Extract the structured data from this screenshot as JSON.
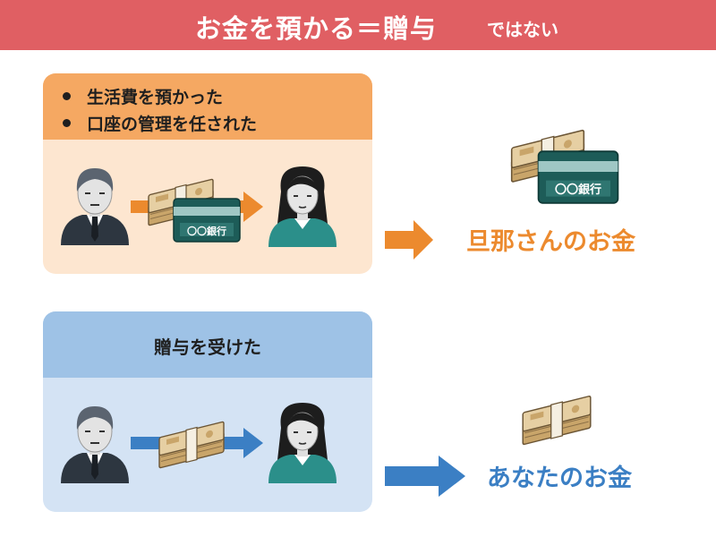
{
  "header": {
    "title": "お金を預かる＝贈与",
    "subtitle": "ではない"
  },
  "top_panel": {
    "bullets": [
      "生活費を預かった",
      "口座の管理を任された"
    ],
    "card_text": "〇〇銀行",
    "result_label": "旦那さんのお金"
  },
  "bottom_panel": {
    "heading": "贈与を受けた",
    "result_label": "あなたのお金"
  },
  "colors": {
    "header": "#e05f63",
    "orange_accent": "#ec8a2e",
    "blue_accent": "#3b7fc4",
    "card_teal": "#1d5c58",
    "money_tan": "#e6cfa3"
  },
  "icons": [
    "man-icon",
    "woman-icon",
    "money-stack-icon",
    "bank-card-icon",
    "arrow-right-icon"
  ]
}
